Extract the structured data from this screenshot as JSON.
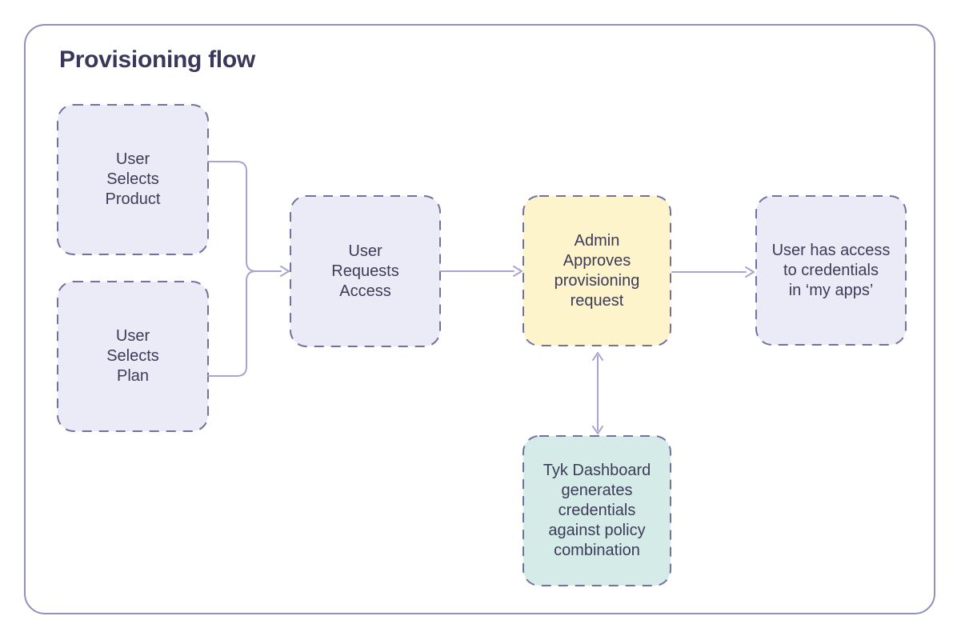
{
  "title": "Provisioning flow",
  "colors": {
    "frame_border": "#918fbe",
    "node_border": "#73719f",
    "connector": "#a6a4d0",
    "text": "#3d3b58",
    "lavender": "#ebebf7",
    "yellow": "#fdf4cc",
    "teal": "#d4ebe8"
  },
  "nodes": [
    {
      "id": "user-selects-product",
      "label": "User\nSelects\nProduct",
      "fill": "#ebebf7"
    },
    {
      "id": "user-selects-plan",
      "label": "User\nSelects\nPlan",
      "fill": "#ebebf7"
    },
    {
      "id": "user-requests-access",
      "label": "User\nRequests\nAccess",
      "fill": "#ebebf7"
    },
    {
      "id": "admin-approves-request",
      "label": "Admin\nApproves\nprovisioning\nrequest",
      "fill": "#fdf4cc"
    },
    {
      "id": "user-has-access",
      "label": "User has access\nto credentials\nin ‘my apps’",
      "fill": "#ebebf7"
    },
    {
      "id": "tyk-dashboard-generates",
      "label": "Tyk Dashboard\ngenerates\ncredentials\nagainst policy\ncombination",
      "fill": "#d4ebe8"
    }
  ],
  "edges": [
    {
      "from": "user-selects-product",
      "to": "user-requests-access",
      "style": "arrow"
    },
    {
      "from": "user-selects-plan",
      "to": "user-requests-access",
      "style": "arrow"
    },
    {
      "from": "user-requests-access",
      "to": "admin-approves-request",
      "style": "arrow"
    },
    {
      "from": "admin-approves-request",
      "to": "user-has-access",
      "style": "arrow"
    },
    {
      "from": "admin-approves-request",
      "to": "tyk-dashboard-generates",
      "style": "double-arrow"
    }
  ]
}
